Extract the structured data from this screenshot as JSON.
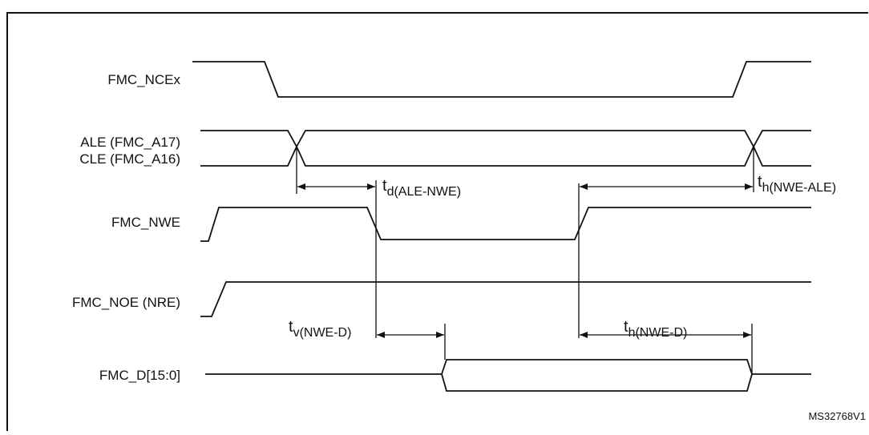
{
  "signals": {
    "nce": "FMC_NCEx",
    "ale": "ALE (FMC_A17)",
    "cle": "CLE (FMC_A16)",
    "nwe": "FMC_NWE",
    "noe": "FMC_NOE (NRE)",
    "data": "FMC_D[15:0]"
  },
  "timing": {
    "td_main": "t",
    "td_sub": "d(ALE-NWE)",
    "th_ale_main": "t",
    "th_ale_sub": "h(NWE-ALE)",
    "tv_main": "t",
    "tv_sub": "v(NWE-D)",
    "th_d_main": "t",
    "th_d_sub": "h(NWE-D)"
  },
  "figure_ref": "MS32768V1"
}
